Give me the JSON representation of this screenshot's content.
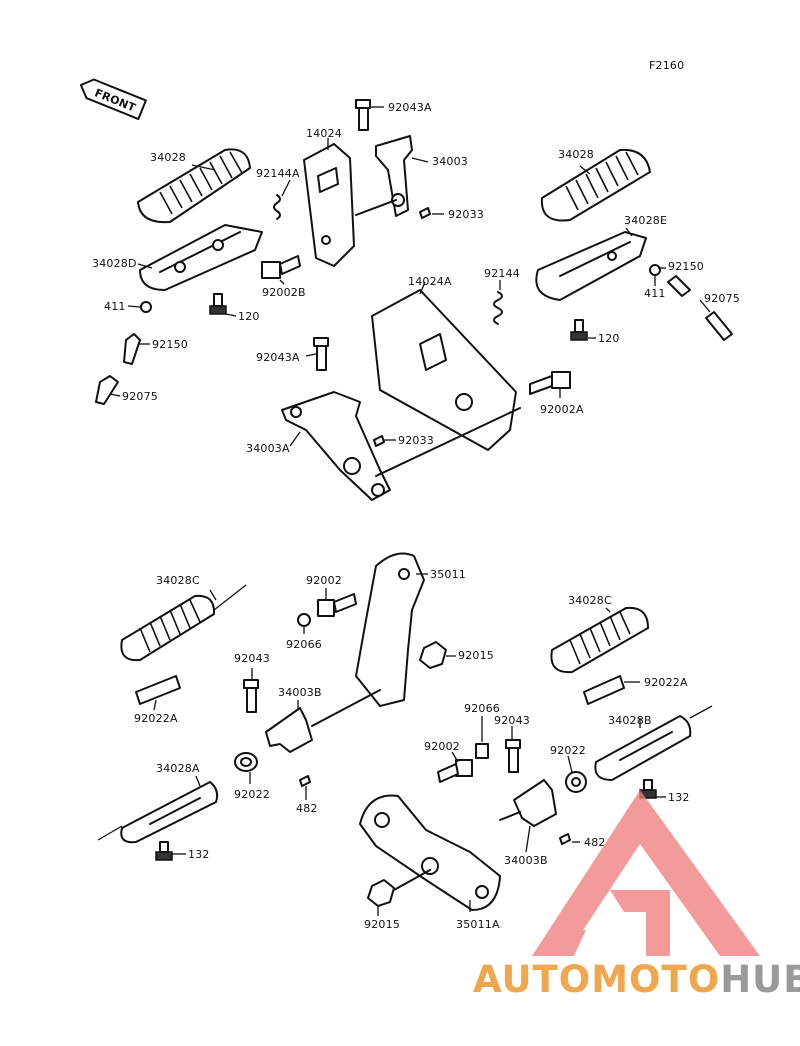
{
  "figure_code": "F2160",
  "front_label": "FRONT",
  "watermark": {
    "text_a": "AUTOMOTO",
    "text_b": "HUB",
    "colors": {
      "triangle": "#f08080",
      "text_a": "#f0a64d",
      "text_b": "#9a9a9a"
    }
  },
  "labels": {
    "p34028_tl": "34028",
    "p92144A": "92144A",
    "p14024": "14024",
    "p92043A_t": "92043A",
    "p34003": "34003",
    "p92033_t": "92033",
    "p34028D": "34028D",
    "p92002B": "92002B",
    "p411_l": "411",
    "p120_l": "120",
    "p92150_l": "92150",
    "p92075_l": "92075",
    "p34028_tr": "34028",
    "p34028E": "34028E",
    "p92144": "92144",
    "p14024A": "14024A",
    "p92150_r": "92150",
    "p411_r": "411",
    "p92075_r": "92075",
    "p120_r": "120",
    "p92043A_m": "92043A",
    "p92002A": "92002A",
    "p34003A": "34003A",
    "p92033_m": "92033",
    "p34028C_l": "34028C",
    "p92002_t": "92002",
    "p35011": "35011",
    "p92066_l": "92066",
    "p92015_t": "92015",
    "p92043_l": "92043",
    "p34003B_l": "34003B",
    "p92022A_l": "92022A",
    "p34028C_r": "34028C",
    "p92022A_r": "92022A",
    "p34028A": "34028A",
    "p92022_l": "92022",
    "p482_l": "482",
    "p132_l": "132",
    "p92066_r": "92066",
    "p92043_r": "92043",
    "p92002_m": "92002",
    "p92022_r": "92022",
    "p34028B": "34028B",
    "p132_r": "132",
    "p482_r": "482",
    "p34003B_r": "34003B",
    "p92015_b": "92015",
    "p35011A": "35011A"
  }
}
